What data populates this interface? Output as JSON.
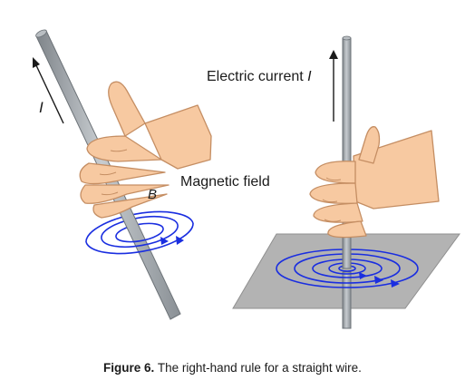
{
  "left_panel": {
    "current_label": "I",
    "field_label": "B"
  },
  "right_panel": {
    "field_title": "Magnetic field",
    "current_title": "Electric current",
    "current_symbol": "I"
  },
  "caption": {
    "label": "Figure 6.",
    "text": "The right-hand rule for a straight wire."
  },
  "colors": {
    "field_lines": "#1a2ee0",
    "wire": "#a8adb2",
    "hand": "#f7c9a1",
    "plane": "#b3b3b3"
  },
  "icons": [
    "current-arrow",
    "field-direction-arrow",
    "right-hand",
    "wire"
  ]
}
